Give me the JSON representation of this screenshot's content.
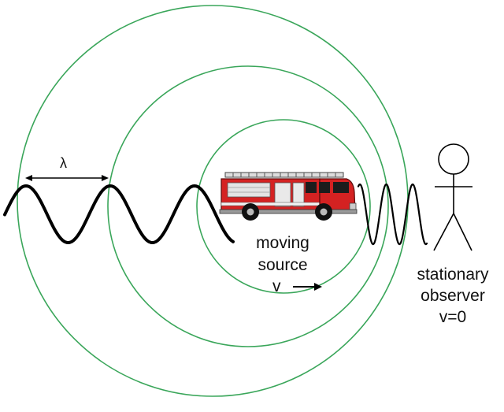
{
  "labels": {
    "wavelength": "λ",
    "moving_source_line1": "moving",
    "moving_source_line2": "source",
    "velocity": "v",
    "observer_line1": "stationary",
    "observer_line2": "observer",
    "observer_line3": "v=0"
  },
  "colors": {
    "wavefront": "#3aa65a",
    "wave": "#000000",
    "truck_body": "#d42222",
    "truck_trim": "#e8e8e8"
  },
  "icons": {
    "source": "fire-truck-icon",
    "observer": "stick-figure-icon",
    "arrow": "arrow-right-icon"
  }
}
